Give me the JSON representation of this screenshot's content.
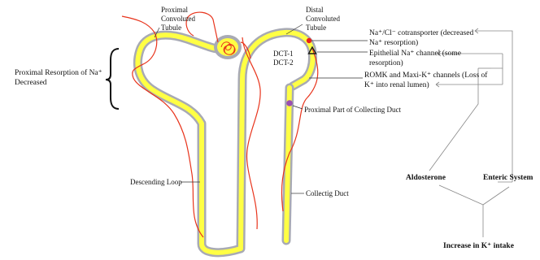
{
  "diagram": {
    "colors": {
      "tubule_wall": "#a8aab4",
      "tubule_lumen": "#ffff44",
      "vessel": "#e8341c",
      "marker_red": "#e8201c",
      "marker_purple": "#9b4fb0",
      "marker_triangle": "#1a1a1a"
    },
    "labels": {
      "pct_line1": "Proximal",
      "pct_line2": "Convoluted",
      "pct_line3": "Tubule",
      "dct_line1": "Distal",
      "dct_line2": "Convoluted",
      "dct_line3": "Tubule",
      "dct1": "DCT-1",
      "dct2": "DCT-2",
      "nacl_line1": "Na⁺/Cl⁻ cotransporter (decreased",
      "nacl_line2": "Na⁺ resorption)",
      "enac_line1": "Epithelial Na⁺ channel (some",
      "enac_line2": "resorption)",
      "romk_line1": "ROMK and Maxi-K⁺ channels (Loss of",
      "romk_line2": "K⁺ into renal lumen)",
      "proximal_cd": "Proximal Part of Collecting Duct",
      "prox_resorption_line1": "Proximal Resorption of Na⁺",
      "prox_resorption_line2": "Decreased",
      "descending_loop": "Descending Loop",
      "collecting_duct": "Collectig Duct",
      "aldosterone": "Aldosterone",
      "enteric_system": "Enteric System",
      "increase_k": "Increase in K⁺ intake"
    }
  }
}
